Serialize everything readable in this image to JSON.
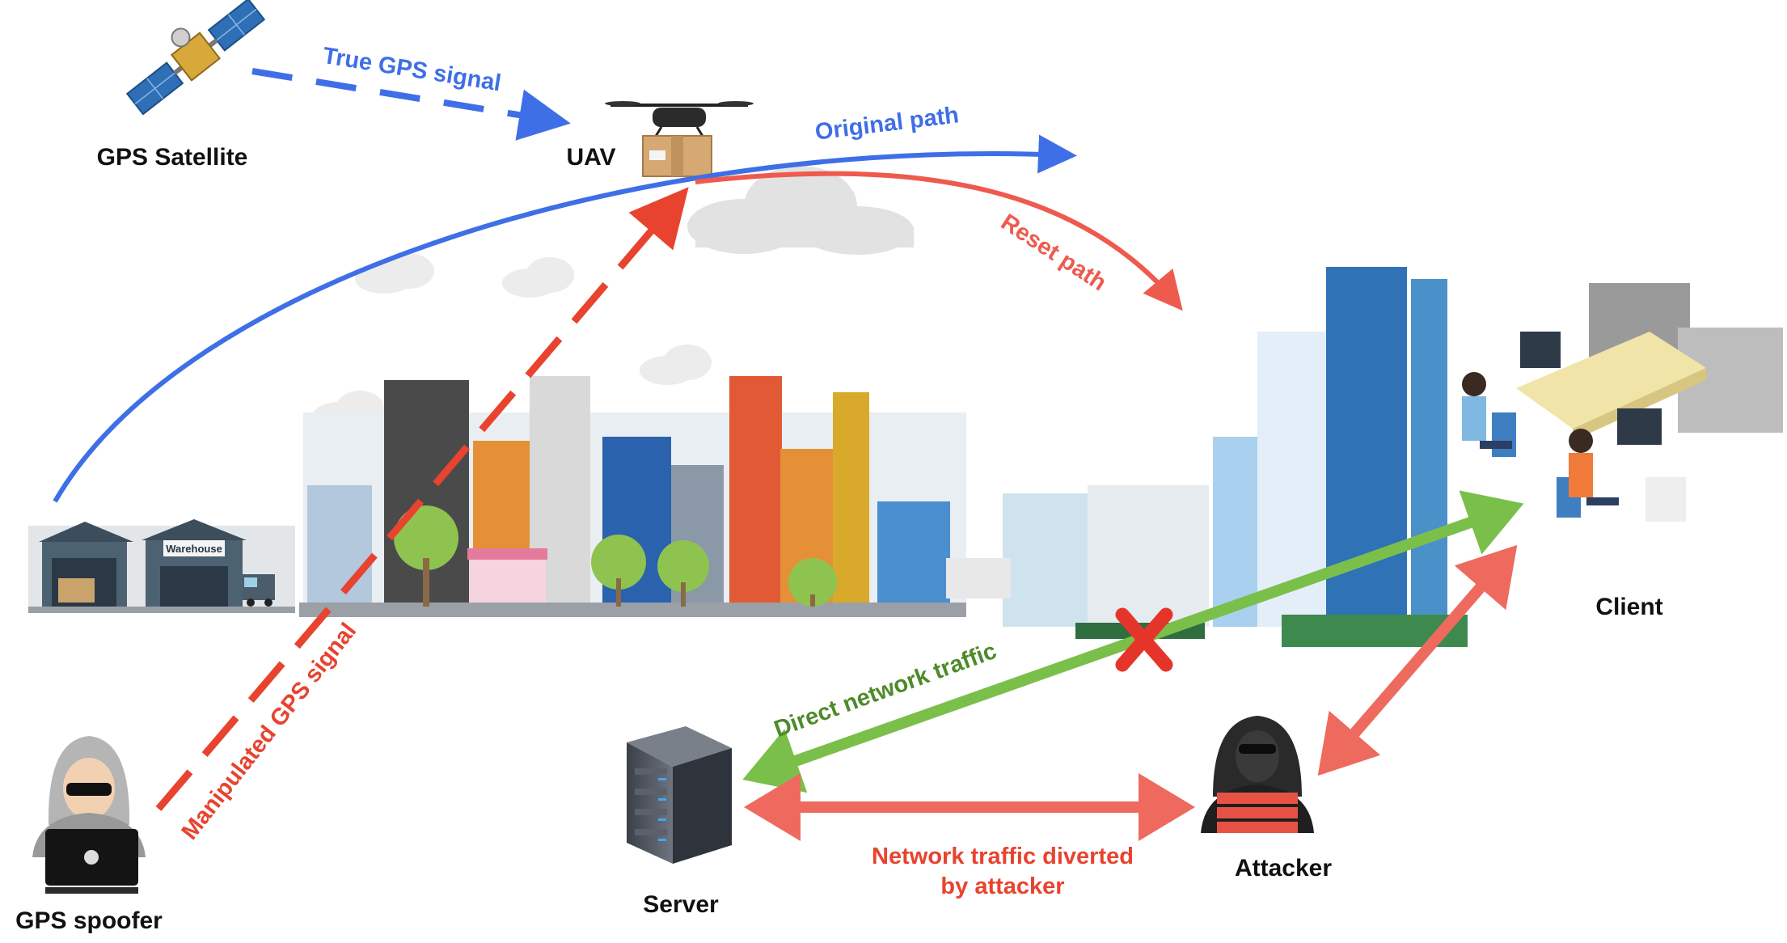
{
  "labels": {
    "satellite": "GPS Satellite",
    "uav": "UAV",
    "warehouse": "Warehouse",
    "client": "Client",
    "server": "Server",
    "attacker": "Attacker",
    "spoofer": "GPS spoofer"
  },
  "signals": {
    "true_gps": "True GPS signal",
    "manipulated_gps": "Manipulated GPS signal",
    "original_path": "Original path",
    "reset_path": "Reset path",
    "direct_traffic": "Direct network traffic",
    "diverted_line1": "Network traffic diverted",
    "diverted_line2": "by attacker"
  },
  "colors": {
    "blue": "#3f6fe6",
    "red": "#ee5a4e",
    "red_dark": "#e8432f",
    "green": "#7bbf4b",
    "green_text": "#4e8a2a",
    "cross": "#e5352a"
  },
  "icons": [
    "satellite-icon",
    "drone-icon",
    "package-icon",
    "cloud-icon",
    "warehouse-icon",
    "truck-icon",
    "server-icon",
    "hacker-icon",
    "laptop-icon",
    "office-workers-icon",
    "blocked-cross-icon"
  ]
}
